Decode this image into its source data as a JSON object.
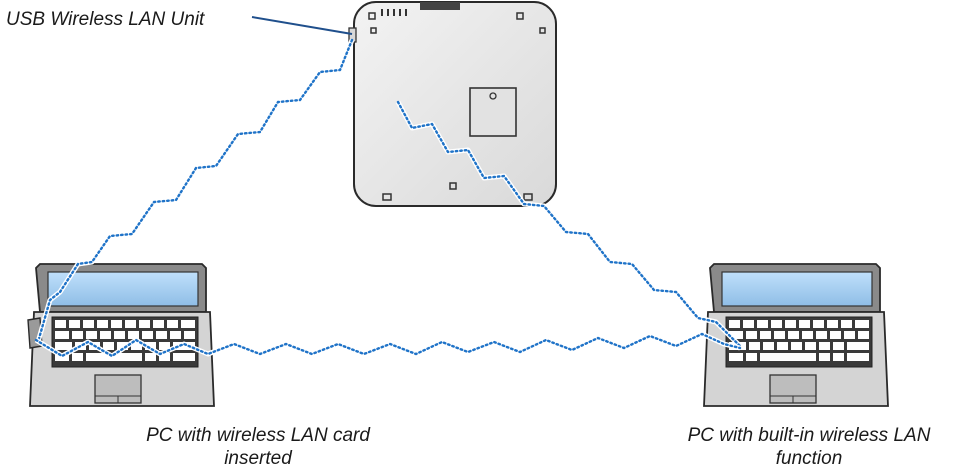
{
  "labels": {
    "usb_unit": "USB Wireless LAN Unit",
    "left_pc_line1": "PC with wireless LAN card",
    "left_pc_line2": "inserted",
    "right_pc_line1": "PC with built-in wireless LAN",
    "right_pc_line2": "function"
  },
  "colors": {
    "signal": "#1f73c8",
    "screen": "#a9d0f2",
    "device_body": "#e9e9e9",
    "outline": "#2a2a2a",
    "leader_line": "#1f4f8c"
  }
}
